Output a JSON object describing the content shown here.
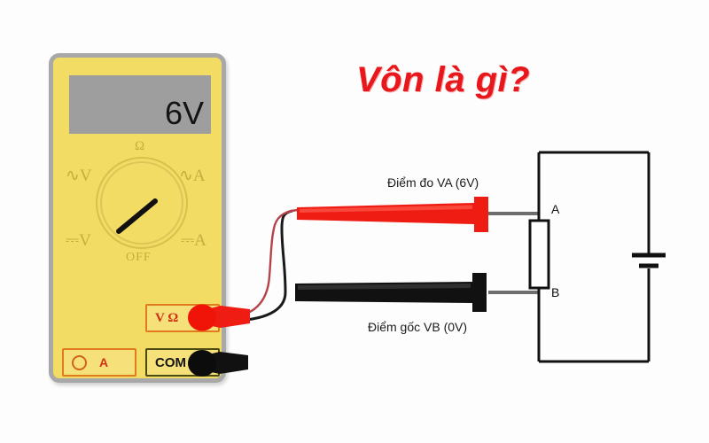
{
  "page": {
    "title": "Vôn là gì?",
    "background_color": "#fdfdfd"
  },
  "colors": {
    "title_red": "#e8171b",
    "meter_yellow": "#f2dc64",
    "meter_case_gray": "#a8a8a8",
    "display_gray": "#9e9e9e",
    "dial_gold": "#c9ab3e",
    "probe_red": "#ee1c12",
    "probe_black": "#141414",
    "wire_red": "#b5444a",
    "wire_black": "#1a1a1a",
    "circuit_black": "#111111"
  },
  "multimeter": {
    "display": {
      "reading": "6V"
    },
    "dial": {
      "labels": {
        "ohm": "Ω",
        "ac_volts": "∿V",
        "ac_amps": "∿A",
        "dc_volts": "⎓V",
        "dc_amps": "⎓A",
        "off": "OFF"
      },
      "pointer_position": "dc-volts"
    },
    "jacks": [
      {
        "id": "v-ohm",
        "label": "V Ω",
        "plug": "red"
      },
      {
        "id": "com",
        "label": "COM",
        "plug": "black"
      },
      {
        "id": "amp",
        "label": "A",
        "plug": "none"
      }
    ]
  },
  "probes": [
    {
      "id": "red-probe",
      "color": "#ee1c12",
      "touches": "A"
    },
    {
      "id": "black-probe",
      "color": "#141414",
      "touches": "B"
    }
  ],
  "annotations": {
    "measure_point": "Điểm đo VA (6V)",
    "reference_point": "Điểm gốc VB (0V)"
  },
  "circuit": {
    "node_a_label": "A",
    "node_b_label": "B",
    "components": [
      {
        "type": "resistor",
        "orientation": "vertical",
        "between": [
          "A",
          "B"
        ]
      },
      {
        "type": "battery",
        "orientation": "vertical",
        "side": "right"
      }
    ]
  }
}
